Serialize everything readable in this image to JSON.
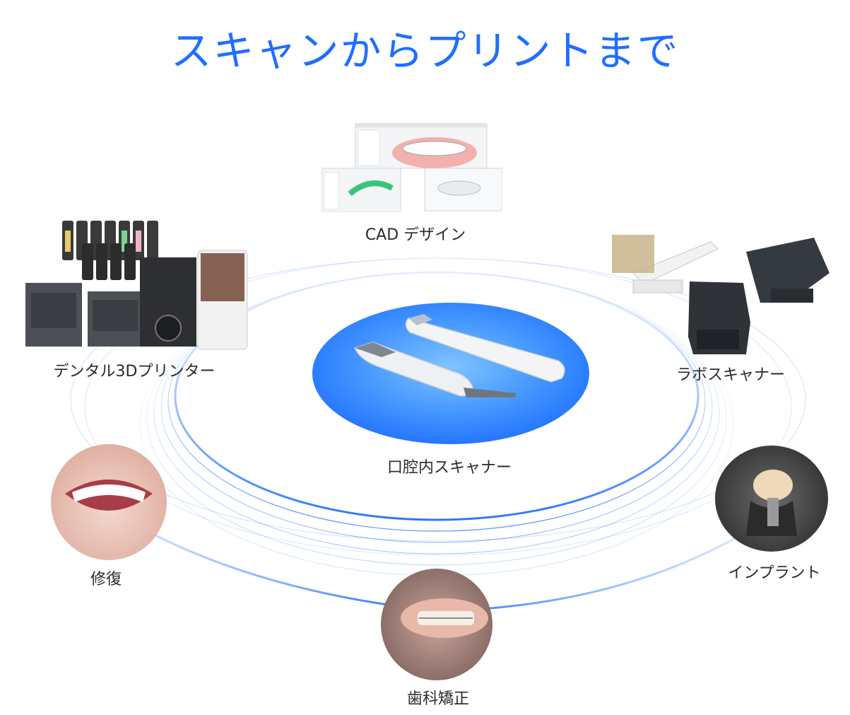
{
  "title": "スキャンからプリントまで",
  "center": {
    "label": "口腔内スキャナー"
  },
  "nodes": {
    "cad": "CAD デザイン",
    "printer": "デンタル3Dプリンター",
    "lab_scanner": "ラボスキャナー",
    "restoration": "修復",
    "orthodontics": "歯科矯正",
    "implant": "インプラント"
  },
  "colors": {
    "accent": "#1f6fff",
    "ring": "#2f7dff",
    "text": "#2a2a2a"
  }
}
